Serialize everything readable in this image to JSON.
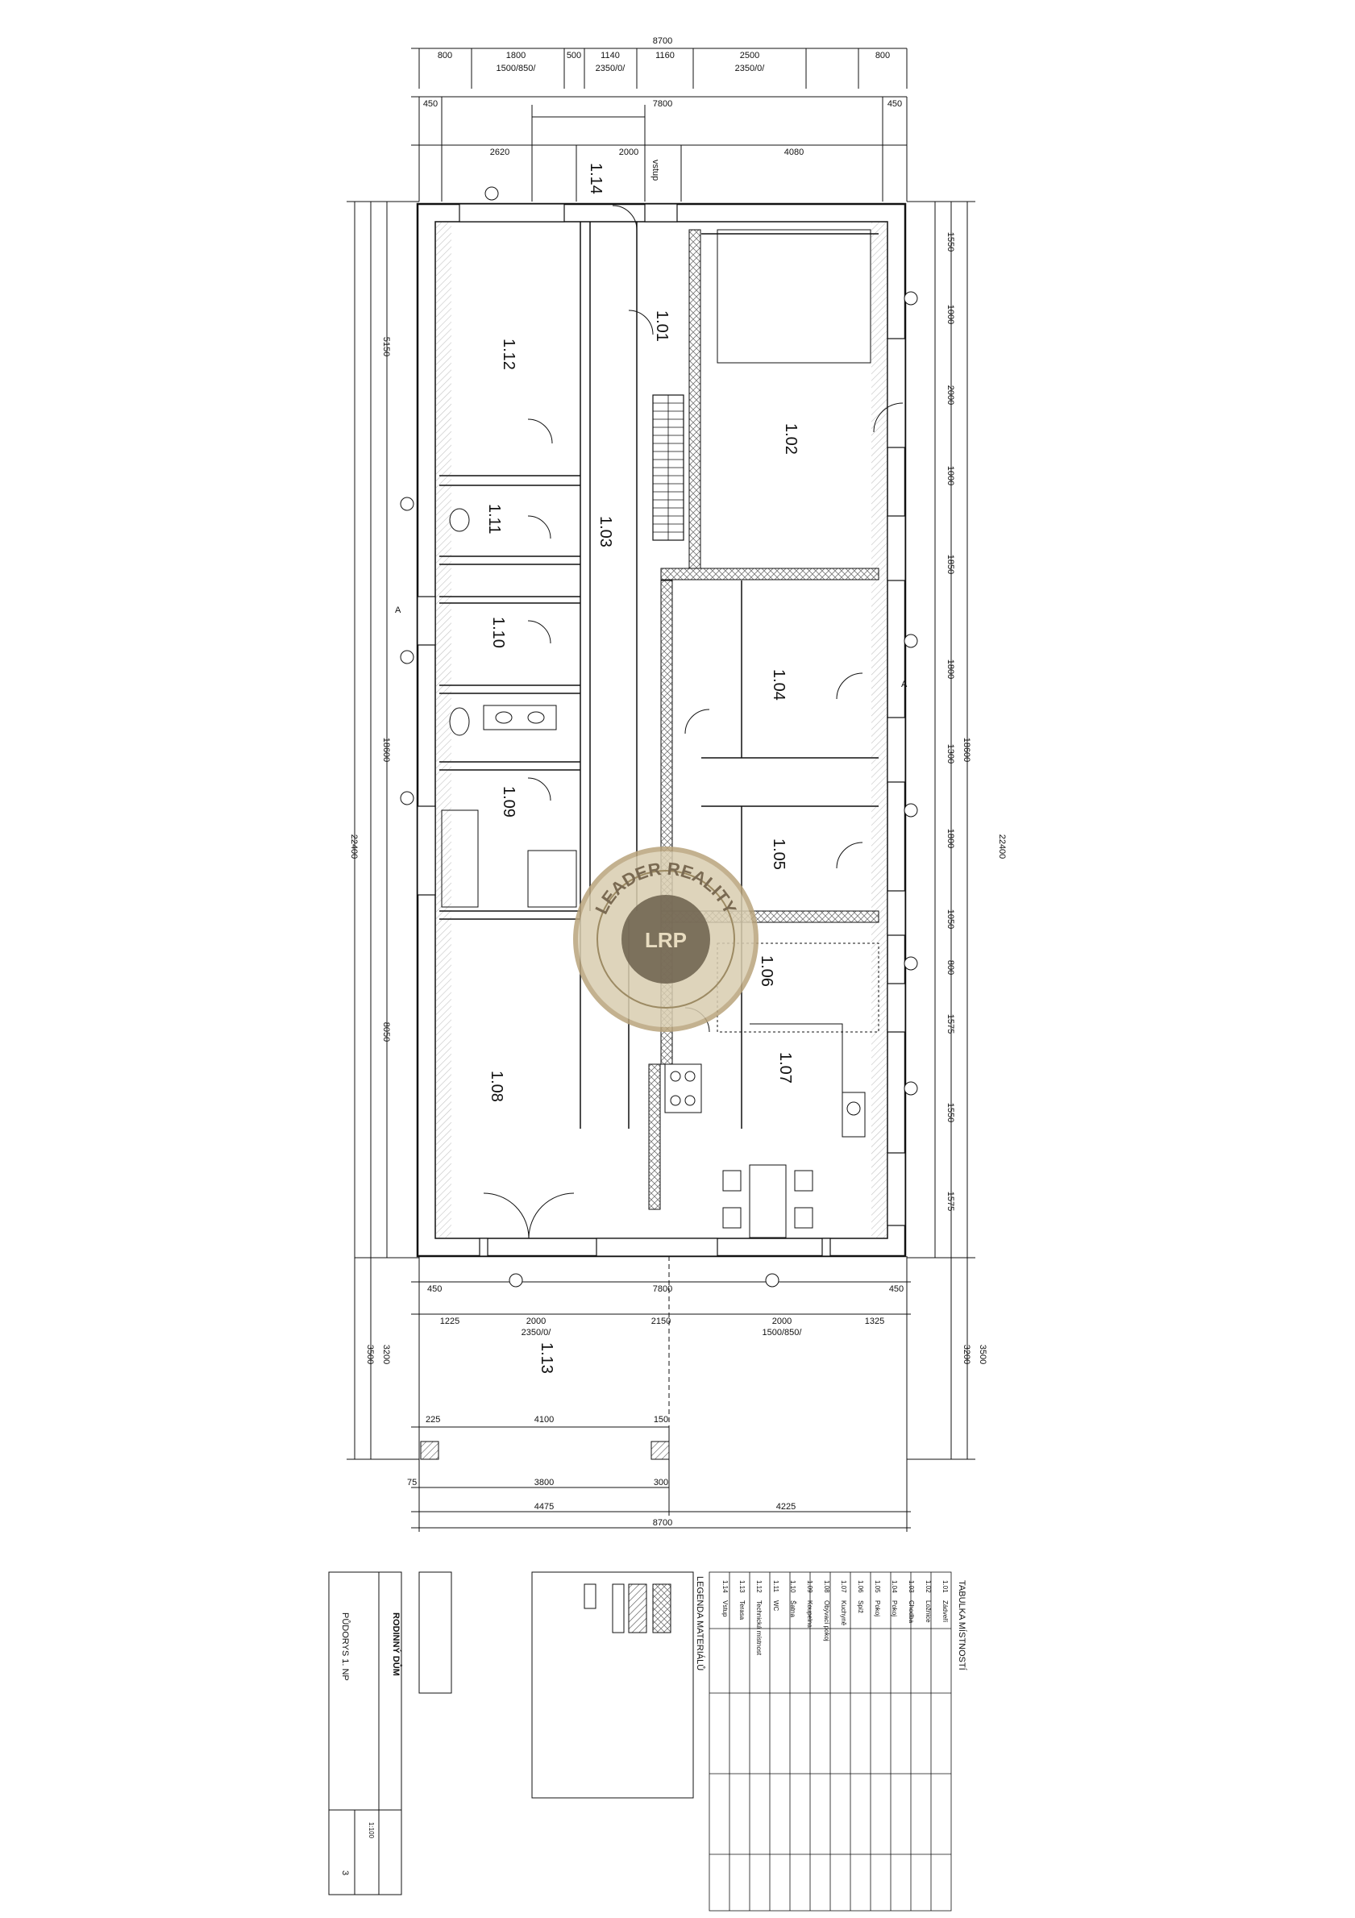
{
  "plan": {
    "overall_width": "8700",
    "overall_length": "22400",
    "house_width": "7800",
    "entrance_label": "vstup",
    "top_dims": [
      "800",
      "1800",
      "500",
      "1140",
      "1160",
      "2500",
      "800"
    ],
    "top_window_codes": [
      "1500/850/",
      "2350/0/",
      "2350/0/"
    ],
    "top_dims_row2": [
      "450",
      "7800",
      "450"
    ],
    "top_dims_row3": [
      "2620",
      "2000",
      "4080"
    ],
    "bottom_dims_row1": [
      "450",
      "7800",
      "450"
    ],
    "bottom_dims_row2": [
      "1225",
      "2000",
      "2150",
      "2000",
      "1325"
    ],
    "bottom_window_codes": [
      "2350/0/",
      "1500/850/"
    ],
    "terrace_dims": [
      "225",
      "4100",
      "150"
    ],
    "foot_dims": [
      "75",
      "3800",
      "300"
    ],
    "foot_totals": [
      "4475",
      "4225",
      "8700"
    ],
    "left_dims": [
      "5150",
      "18600",
      "8050",
      "3200",
      "3500"
    ],
    "right_dims": [
      "1550",
      "1000",
      "2000",
      "1000",
      "1850",
      "1800",
      "1300",
      "1800",
      "1050",
      "800",
      "1575",
      "1550",
      "1575",
      "18600",
      "3200",
      "3500"
    ],
    "rooms": [
      {
        "id": "1.01",
        "name": "Zádveří"
      },
      {
        "id": "1.02",
        "name": "Ložnice"
      },
      {
        "id": "1.03",
        "name": "Chodba"
      },
      {
        "id": "1.04",
        "name": "Pokoj"
      },
      {
        "id": "1.05",
        "name": "Pokoj"
      },
      {
        "id": "1.06",
        "name": "Spíž"
      },
      {
        "id": "1.07",
        "name": "Kuchyně"
      },
      {
        "id": "1.08",
        "name": "Obývací pokoj"
      },
      {
        "id": "1.09",
        "name": "Koupelna"
      },
      {
        "id": "1.10",
        "name": "Šatna"
      },
      {
        "id": "1.11",
        "name": "WC"
      },
      {
        "id": "1.12",
        "name": "Technická místnost"
      },
      {
        "id": "1.13",
        "name": "Terasa"
      },
      {
        "id": "1.14",
        "name": "Vstup"
      }
    ],
    "section_marker": "A"
  },
  "stamp": {
    "text": "LEADER REALITY",
    "monogram": "LRP"
  },
  "title_block": {
    "project": "RODINNÝ DŮM",
    "drawing": "PŮDORYS 1. NP",
    "sheet": "3",
    "scale": "1:100"
  },
  "legend_title": "LEGENDA MATERIÁLŮ",
  "room_table_title": "TABULKA MÍSTNOSTÍ",
  "colors": {
    "ink": "#111111",
    "hatch": "#888888",
    "stamp": "#b9a47c"
  }
}
